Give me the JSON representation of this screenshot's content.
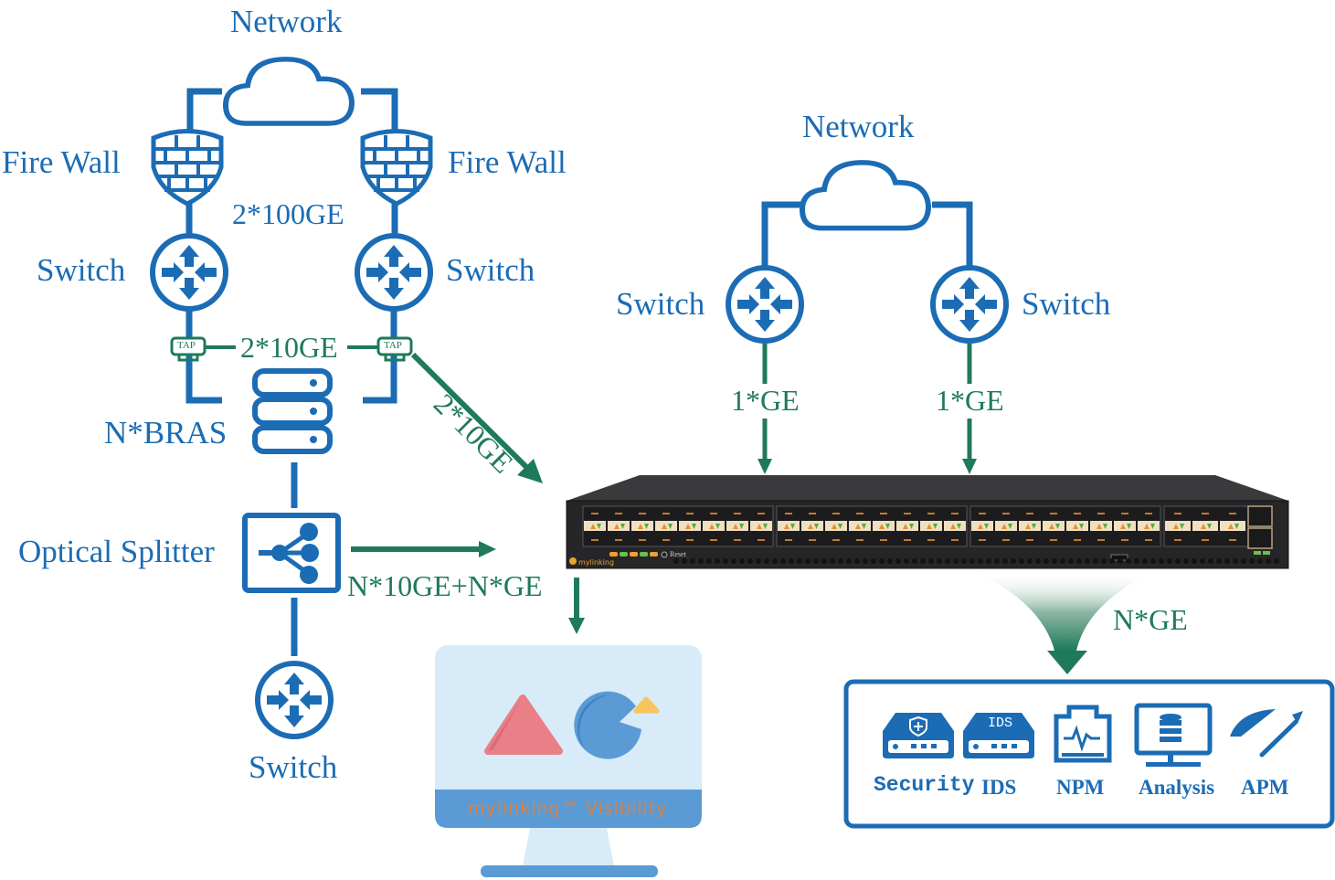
{
  "left_topology": {
    "network_label": "Network",
    "firewall_left_label": "Fire Wall",
    "firewall_right_label": "Fire Wall",
    "link_100ge_label": "2*100GE",
    "switch_left_label": "Switch",
    "switch_right_label": "Switch",
    "tap_left_label": "TAP",
    "tap_right_label": "TAP",
    "link_10ge_label": "2*10GE",
    "bras_label": "N*BRAS",
    "splitter_label": "Optical Splitter",
    "switch_bottom_label": "Switch",
    "diag_link_label": "2*10GE",
    "splitter_link_label": "N*10GE+N*GE"
  },
  "right_topology": {
    "network_label": "Network",
    "switch_left_label": "Switch",
    "switch_right_label": "Switch",
    "link_left_label": "1*GE",
    "link_right_label": "1*GE",
    "output_label": "N*GE"
  },
  "device": {
    "brand": "mylinking",
    "reset_label": "Reset",
    "port_groups": 4,
    "ports_per_group": 8
  },
  "monitor": {
    "brand_text": "mylinking™ Visibility"
  },
  "tools": [
    {
      "label": "Security",
      "icon": "security-appliance-icon"
    },
    {
      "label": "IDS",
      "icon": "ids-appliance-icon",
      "badge": "IDS"
    },
    {
      "label": "NPM",
      "icon": "npm-port-icon"
    },
    {
      "label": "Analysis",
      "icon": "analysis-monitor-icon"
    },
    {
      "label": "APM",
      "icon": "apm-gauge-icon"
    }
  ],
  "colors": {
    "blue": "#1b6cb5",
    "green": "#1f7a5a",
    "device_body": "#2a2a2c",
    "monitor_screen": "#d8ebf8",
    "monitor_bar": "#5b9bd5",
    "brand_orange": "#e07f3a"
  }
}
